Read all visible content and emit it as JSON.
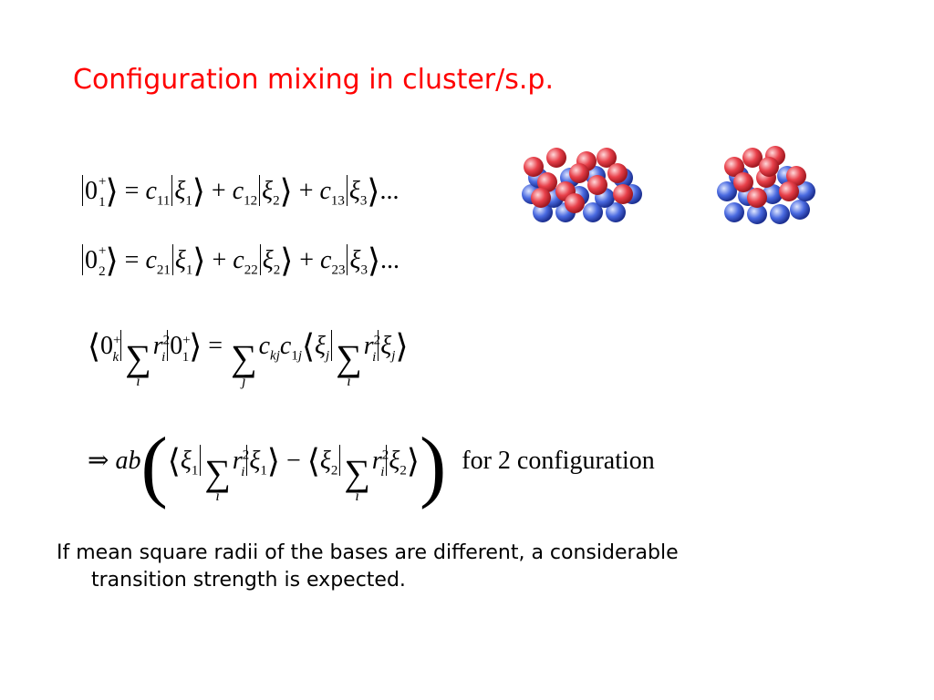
{
  "slide": {
    "title": "Configuration mixing in cluster/s.p.",
    "conclusion_line1": "If mean square radii of the bases are different, a considerable",
    "conclusion_line2": "transition strength is expected.",
    "equation4_text": "for 2 configuration"
  },
  "colors": {
    "title": "#ff0000",
    "proton": "#e8404a",
    "neutron": "#4a6ae0"
  },
  "images": [
    {
      "name": "cluster-nucleus",
      "description": "clustered arrangement of red protons and blue neutrons"
    },
    {
      "name": "shell-model-nucleus",
      "description": "compact arrangement of red protons and blue neutrons"
    }
  ]
}
